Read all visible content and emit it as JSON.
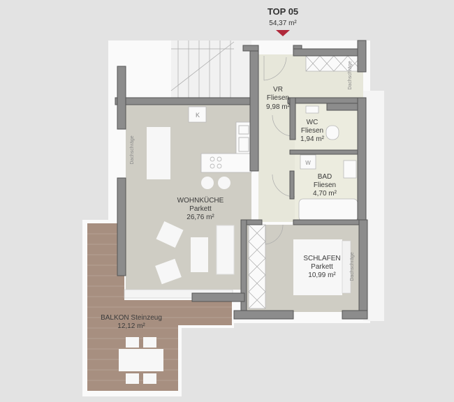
{
  "unit": {
    "name": "TOP 05",
    "area": "54,37 m²"
  },
  "rooms": [
    {
      "name": "VR",
      "floor": "Fliesen",
      "area": "9,98 m²"
    },
    {
      "name": "WC",
      "floor": "Fliesen",
      "area": "1,94 m²"
    },
    {
      "name": "BAD",
      "floor": "Fliesen",
      "area": "4,70 m²"
    },
    {
      "name": "WOHNKÜCHE",
      "floor": "Parkett",
      "area": "26,76 m²"
    },
    {
      "name": "SCHLAFEN",
      "floor": "Parkett",
      "area": "10,99 m²"
    },
    {
      "name": "BALKON Steinzeug",
      "area": "12,12 m²"
    }
  ],
  "annotations": {
    "roof_slope": "Dachschräge",
    "kitchen": "K",
    "washer": "W"
  },
  "colors": {
    "entry_marker": "#b0283a",
    "living_floor": "#cfcdc4",
    "hall_floor": "#e7e7da",
    "balcony": "#a78f80",
    "wall": "#8c8c8c"
  }
}
